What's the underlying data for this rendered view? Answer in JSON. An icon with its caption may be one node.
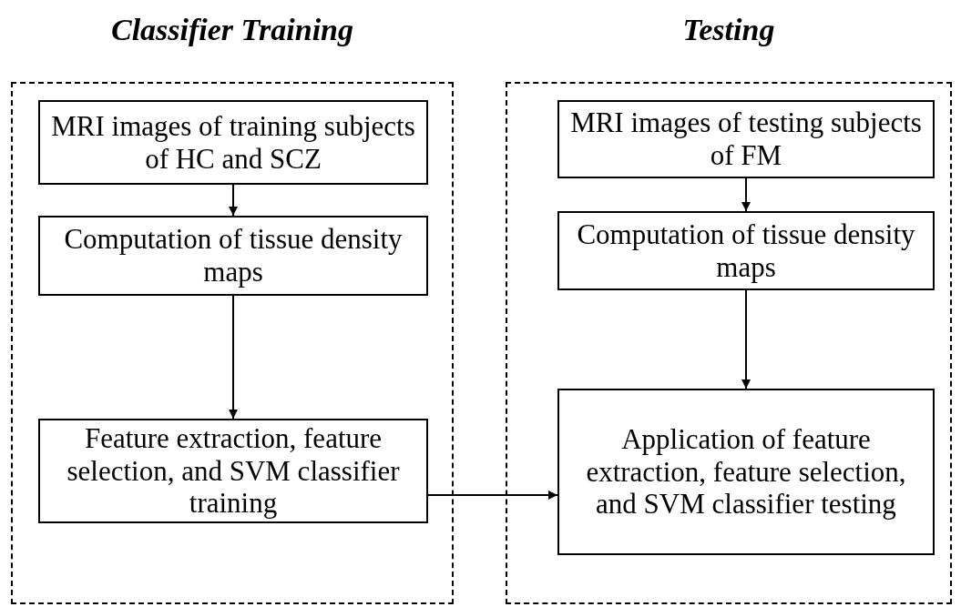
{
  "diagram": {
    "nodes": [
      {
        "text": [
          "Classifier Training"
        ]
      },
      {
        "text": [
          "MRI images of training subjects of HC and SCZ"
        ],
        "in": 0
      },
      {
        "text": [
          "Computation of tissue density maps"
        ],
        "in": 0
      },
      {
        "text": [
          "Feature extraction, feature selection, and SVM classifier training"
        ],
        "in": 0
      },
      {
        "text": [
          "Testing"
        ]
      },
      {
        "text": [
          "MRI images of testing subjects of FM"
        ],
        "in": 4
      },
      {
        "text": [
          "Computation of tissue density maps"
        ],
        "in": 4
      },
      {
        "text": [
          "Application of feature extraction, feature selection, and SVM classifier testing"
        ],
        "in": 4
      }
    ],
    "edges": [
      {
        "from": 1,
        "to": 2,
        "arrow": "to"
      },
      {
        "from": 2,
        "to": 3,
        "arrow": "to"
      },
      {
        "from": 3,
        "to": 7,
        "arrow": "to"
      },
      {
        "from": 5,
        "to": 6,
        "arrow": "to"
      },
      {
        "from": 6,
        "to": 7,
        "arrow": "to"
      }
    ]
  }
}
